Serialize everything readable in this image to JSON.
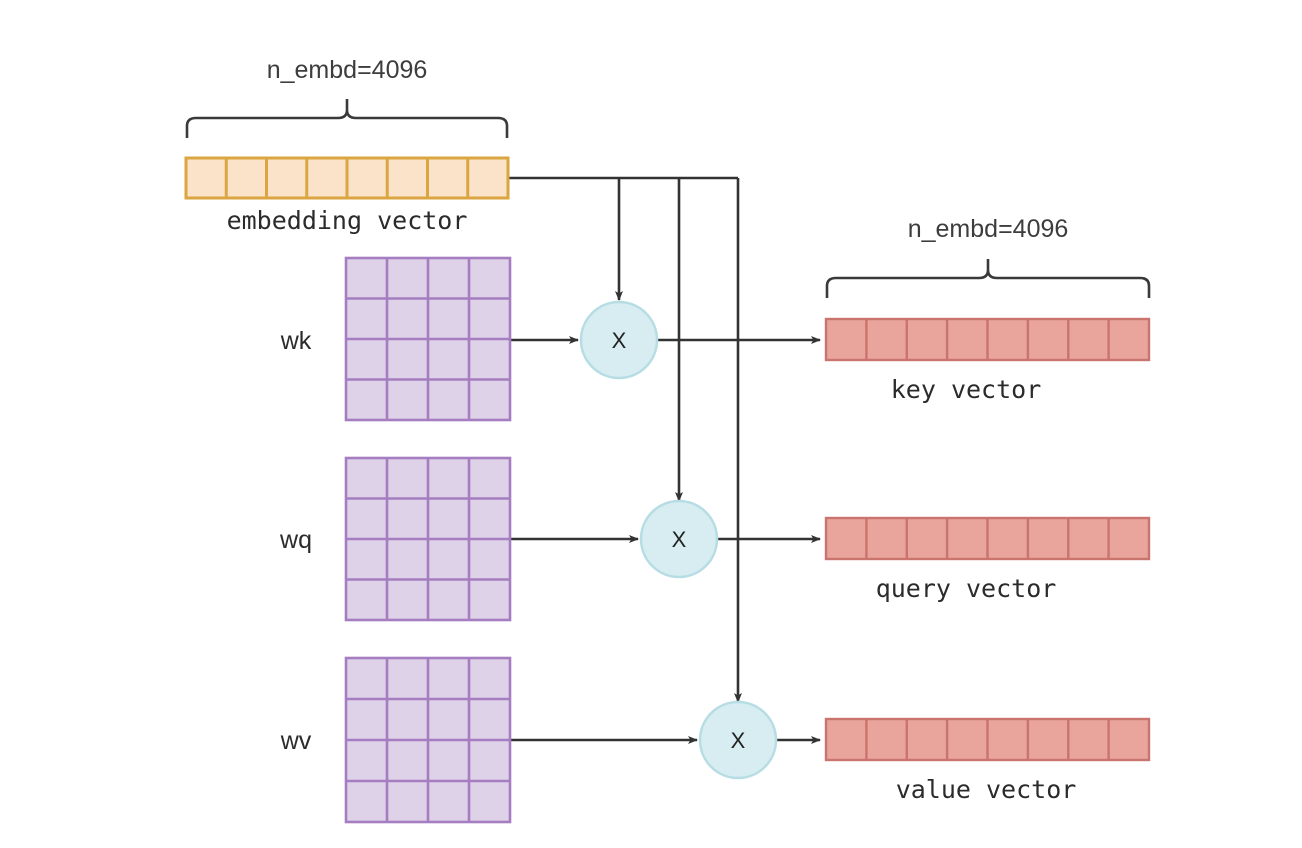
{
  "diagram": {
    "title": "self-attention projection diagram",
    "background": "#ffffff",
    "colors": {
      "embedding_fill": "#fae3c8",
      "embedding_stroke": "#d6a council",
      "embedding_border": "#dba642",
      "matrix_fill": "#ddd2e8",
      "matrix_border": "#a57dc0",
      "vector_fill": "#e9a49c",
      "vector_border": "#c9746c",
      "op_fill": "#d7edf1",
      "op_border": "#b7dde4",
      "line": "#333333",
      "brace": "#3a3a3a",
      "text": "#2b2b2b"
    },
    "embedding": {
      "brace_label": "n_embd=4096",
      "caption": "embedding vector",
      "cells": 8
    },
    "matrices": [
      {
        "id": "wk",
        "label": "wk",
        "rows": 4,
        "cols": 4
      },
      {
        "id": "wq",
        "label": "wq",
        "rows": 4,
        "cols": 4
      },
      {
        "id": "wv",
        "label": "wv",
        "rows": 4,
        "cols": 4
      }
    ],
    "operators": [
      {
        "id": "op-k",
        "label": "X"
      },
      {
        "id": "op-q",
        "label": "X"
      },
      {
        "id": "op-v",
        "label": "X"
      }
    ],
    "outputs": [
      {
        "id": "key",
        "caption": "key vector",
        "cells": 8,
        "brace_label": "n_embd=4096"
      },
      {
        "id": "query",
        "caption": "query vector",
        "cells": 8,
        "brace_label": ""
      },
      {
        "id": "value",
        "caption": "value vector",
        "cells": 8,
        "brace_label": ""
      }
    ]
  }
}
